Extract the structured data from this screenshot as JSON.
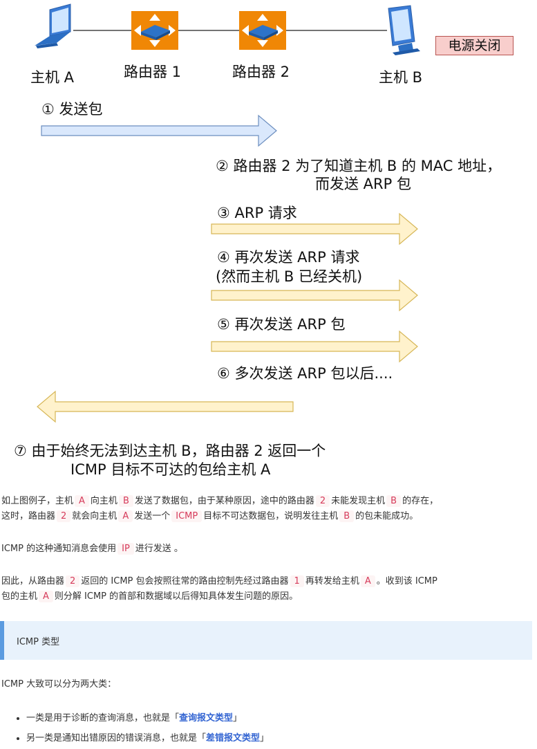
{
  "diagram": {
    "host_a": "主机 A",
    "router_1": "路由器 1",
    "router_2": "路由器 2",
    "host_b": "主机 B",
    "power_off": "电源关闭",
    "step1": "① 发送包",
    "step2_line1": "② 路由器 2 为了知道主机 B 的 MAC 地址，",
    "step2_line2": "而发送 ARP 包",
    "step3": "③ ARP 请求",
    "step4_line1": "④ 再次发送 ARP 请求",
    "step4_line2": "(然而主机 B 已经关机)",
    "step5": "⑤ 再次发送 ARP 包",
    "step6": "⑥ 多次发送 ARP 包以后....",
    "step7_line1": "⑦ 由于始终无法到达主机 B，路由器 2 返回一个",
    "step7_line2": "ICMP 目标不可达的包给主机 A",
    "colors": {
      "blue_arrow": "#dae8fc",
      "blue_stroke": "#6c8ebf",
      "yellow_arrow": "#fff2cc",
      "yellow_stroke": "#d6b656",
      "router_orange": "#f08705"
    }
  },
  "para1": {
    "t1": "如上图例子，主机",
    "c1": "A",
    "t2": "向主机",
    "c2": "B",
    "t3": "发送了数据包，由于某种原因，途中的路由器",
    "c3": "2",
    "t4": "未能发现主机",
    "c4": "B",
    "t5": "的存在，",
    "t6": "这时，路由器",
    "c5": "2",
    "t7": "就会向主机",
    "c6": "A",
    "t8": "发送一个",
    "c7": "ICMP",
    "t9": "目标不可达数据包，说明发往主机",
    "c8": "B",
    "t10": "的包未能成功。"
  },
  "para2": {
    "t1": "ICMP 的这种通知消息会使用",
    "c1": "IP",
    "t2": "进行发送 。"
  },
  "para3": {
    "t1": "因此，从路由器",
    "c1": "2",
    "t2": "返回的 ICMP 包会按照往常的路由控制先经过路由器",
    "c2": "1",
    "t3": "再转发给主机",
    "c3": "A",
    "t4": "。收到该 ICMP",
    "t5": "包的主机",
    "c4": "A",
    "t6": "则分解 ICMP 的首部和数据域以后得知具体发生问题的原因。"
  },
  "callout": {
    "title": "ICMP 类型"
  },
  "para4": {
    "text": "ICMP 大致可以分为两大类："
  },
  "bullets": [
    {
      "prefix": "一类是用于诊断的查询消息，也就是「",
      "bold": "查询报文类型",
      "suffix": "」"
    },
    {
      "prefix": "另一类是通知出错原因的错误消息，也就是「",
      "bold": "差错报文类型",
      "suffix": "」"
    }
  ]
}
